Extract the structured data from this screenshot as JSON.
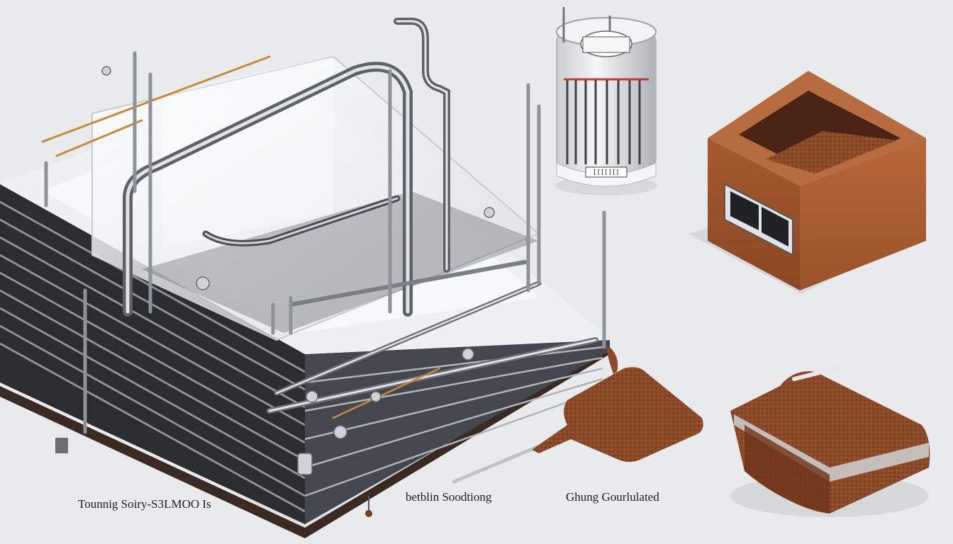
{
  "captions": {
    "left": "Tounnig Soiry-S3LMOO Is",
    "middle": "betblin Soodtiong",
    "right": "Ghung Gourlulated"
  },
  "tank_label": "[[[[[[[",
  "colors": {
    "background": "#e9eaec",
    "soil": "#8a4a2a",
    "soil_dark": "#5e2f18",
    "metal": "#9ea3aa",
    "glass": "#f4f6f8",
    "frame_dark": "#2b2d31"
  }
}
